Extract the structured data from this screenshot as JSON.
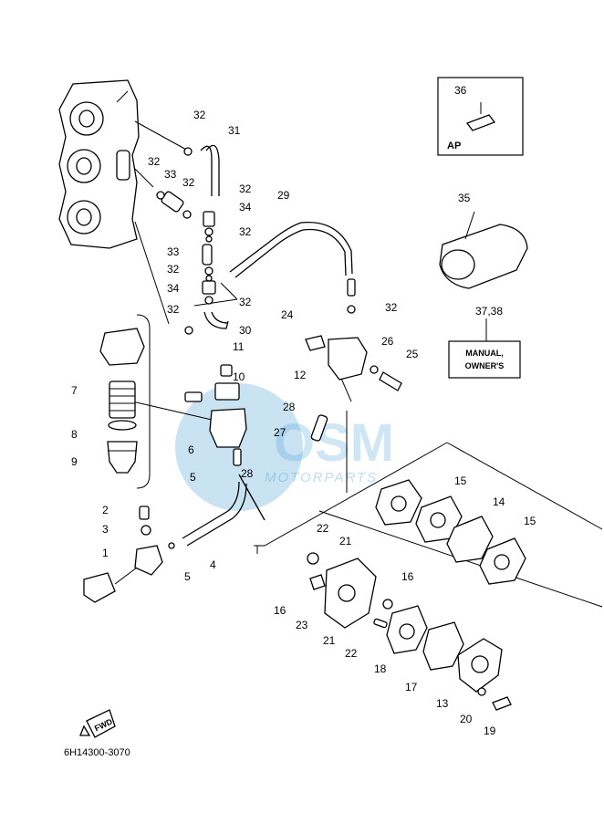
{
  "diagram_code": "6H14300-3070",
  "watermark": {
    "brand": "OSM",
    "sub": "MOTORPARTS"
  },
  "fwd_label": "FWD",
  "ap_box": {
    "label": "AP",
    "part": "36"
  },
  "manual_box": {
    "line1": "MANUAL,",
    "line2": "OWNER'S",
    "part": "37,38"
  },
  "callouts": [
    "1",
    "2",
    "3",
    "4",
    "5",
    "5",
    "6",
    "7",
    "8",
    "9",
    "10",
    "11",
    "12",
    "13",
    "14",
    "15",
    "15",
    "16",
    "16",
    "17",
    "18",
    "19",
    "20",
    "21",
    "21",
    "22",
    "22",
    "23",
    "24",
    "25",
    "26",
    "27",
    "28",
    "28",
    "29",
    "30",
    "31",
    "32",
    "32",
    "32",
    "32",
    "32",
    "32",
    "32",
    "32",
    "32",
    "33",
    "33",
    "34",
    "34",
    "35"
  ],
  "colors": {
    "ink": "#000000",
    "watermark": "#2a8fd0",
    "paper": "#ffffff"
  }
}
